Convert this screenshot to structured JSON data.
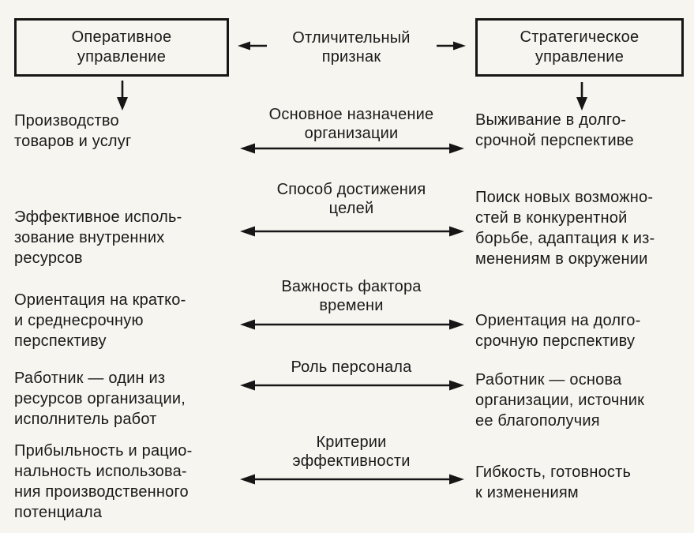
{
  "colors": {
    "background": "#f7f5ef",
    "ink": "#1a1a1a"
  },
  "header": {
    "left_box": [
      "Оперативное",
      "управление"
    ],
    "right_box": [
      "Стратегическое",
      "управление"
    ],
    "center_label": [
      "Отличительный",
      "признак"
    ]
  },
  "icons": {
    "arrow_to_left_box": "left-arrow",
    "arrow_to_right_box": "right-arrow",
    "down_arrow_left": "down-arrow",
    "down_arrow_right": "down-arrow",
    "row_connector": "double-headed-arrow"
  },
  "rows": [
    {
      "feature": [
        "Основное назначение",
        "организации"
      ],
      "left": [
        "Производство",
        "товаров и услуг"
      ],
      "right": [
        "Выживание в долго-",
        "срочной перспективе"
      ]
    },
    {
      "feature": [
        "Способ достижения",
        "целей"
      ],
      "left": [
        "Эффективное исполь-",
        "зование внутренних",
        "ресурсов"
      ],
      "right": [
        "Поиск новых возможно-",
        "стей в конкурентной",
        "борьбе, адаптация к из-",
        "менениям в окружении"
      ]
    },
    {
      "feature": [
        "Важность фактора",
        "времени"
      ],
      "left": [
        "Ориентация на кратко-",
        "и среднесрочную",
        "перспективу"
      ],
      "right": [
        "Ориентация на долго-",
        "срочную перспективу"
      ]
    },
    {
      "feature": [
        "Роль персонала"
      ],
      "left": [
        "Работник — один из",
        "ресурсов организации,",
        "исполнитель работ"
      ],
      "right": [
        "Работник — основа",
        "организации, источник",
        "ее благополучия"
      ]
    },
    {
      "feature": [
        "Критерии",
        "эффективности"
      ],
      "left": [
        "Прибыльность и рацио-",
        "нальность использова-",
        "ния производственного",
        "потенциала"
      ],
      "right": [
        "Гибкость, готовность",
        "к изменениям"
      ]
    }
  ]
}
